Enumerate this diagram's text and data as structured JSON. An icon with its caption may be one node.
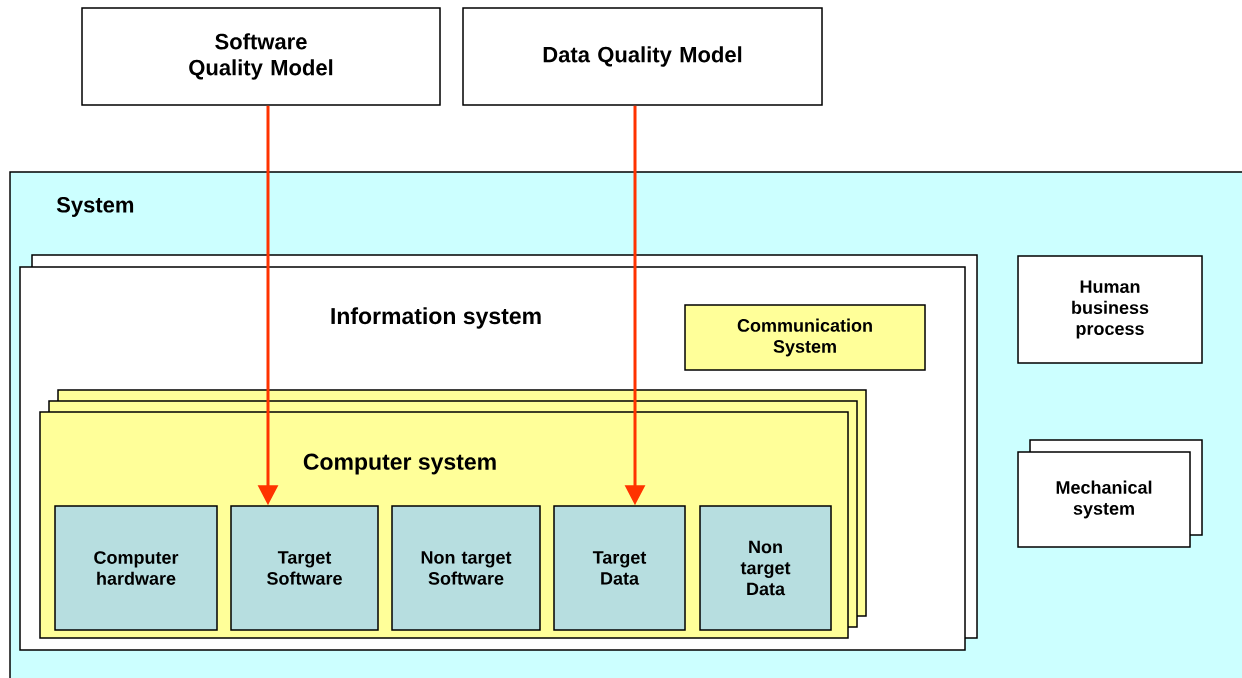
{
  "diagram": {
    "nodes": [
      {
        "text": [
          "Software Quality Model"
        ]
      },
      {
        "text": [
          "Data Quality Model"
        ]
      },
      {
        "text": [
          "System"
        ]
      },
      {
        "text": [
          "Information system"
        ],
        "in": 2
      },
      {
        "text": [
          "Communication System"
        ],
        "in": 3
      },
      {
        "text": [
          "Computer system"
        ],
        "in": 3
      },
      {
        "text": [
          "Computer hardware"
        ],
        "in": 5
      },
      {
        "text": [
          "Target Software"
        ],
        "in": 5
      },
      {
        "text": [
          "Non target Software"
        ],
        "in": 5
      },
      {
        "text": [
          "Target Data"
        ],
        "in": 5
      },
      {
        "text": [
          "Non target Data"
        ],
        "in": 5
      },
      {
        "text": [
          "Human business process"
        ],
        "in": 2
      },
      {
        "text": [
          "Mechanical system"
        ],
        "in": 2
      }
    ],
    "edges": [
      {
        "from": 0,
        "to": 7,
        "arrow": "to",
        "color": "#ff3300"
      },
      {
        "from": 1,
        "to": 9,
        "arrow": "to",
        "color": "#ff3300"
      }
    ]
  }
}
